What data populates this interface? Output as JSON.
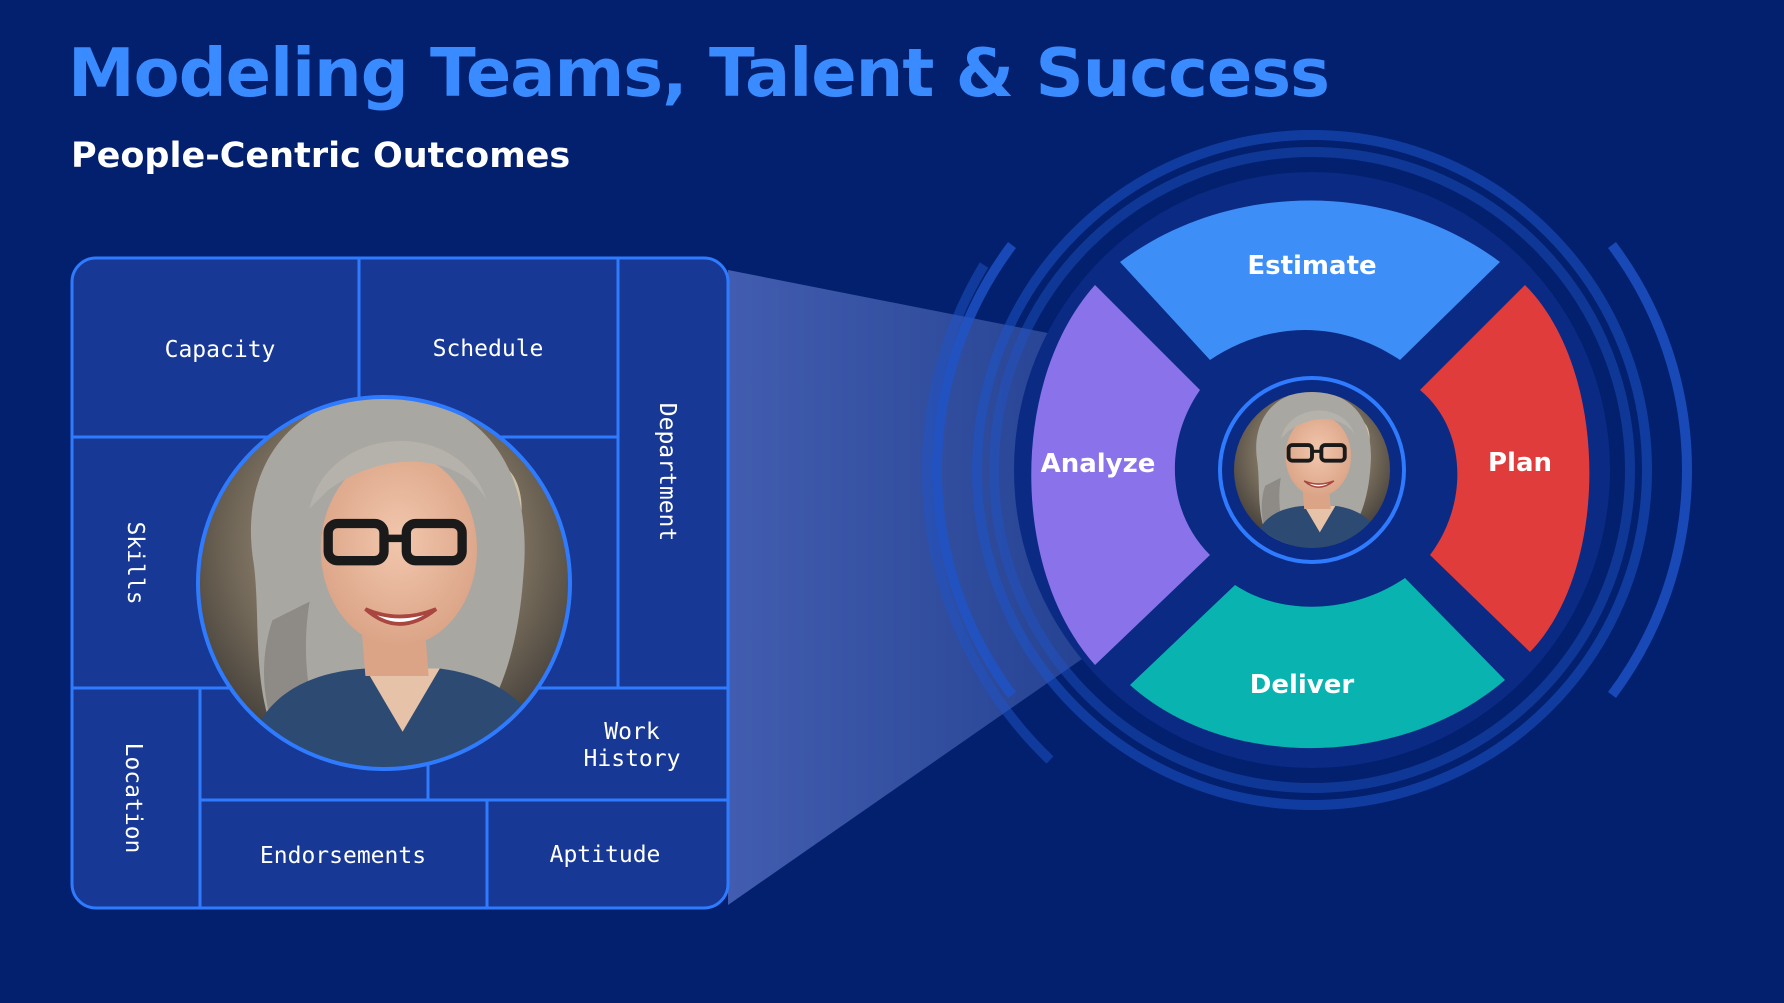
{
  "title": "Modeling Teams, Talent & Success",
  "subtitle": "People-Centric Outcomes",
  "attributes": {
    "capacity": "Capacity",
    "schedule": "Schedule",
    "department": "Department",
    "skills": "Skills",
    "location": "Location",
    "work_history_line1": "Work",
    "work_history_line2": "History",
    "endorsements": "Endorsements",
    "aptitude": "Aptitude"
  },
  "cycle": {
    "estimate": "Estimate",
    "plan": "Plan",
    "deliver": "Deliver",
    "analyze": "Analyze"
  },
  "colors": {
    "background": "#03206e",
    "title": "#3a8bff",
    "estimate": "#3e8ef7",
    "plan": "#e03c3c",
    "deliver": "#08b3b0",
    "analyze": "#8a72ea",
    "grid_line": "#2f7bff"
  },
  "icons": {
    "portrait": "person-photo"
  }
}
